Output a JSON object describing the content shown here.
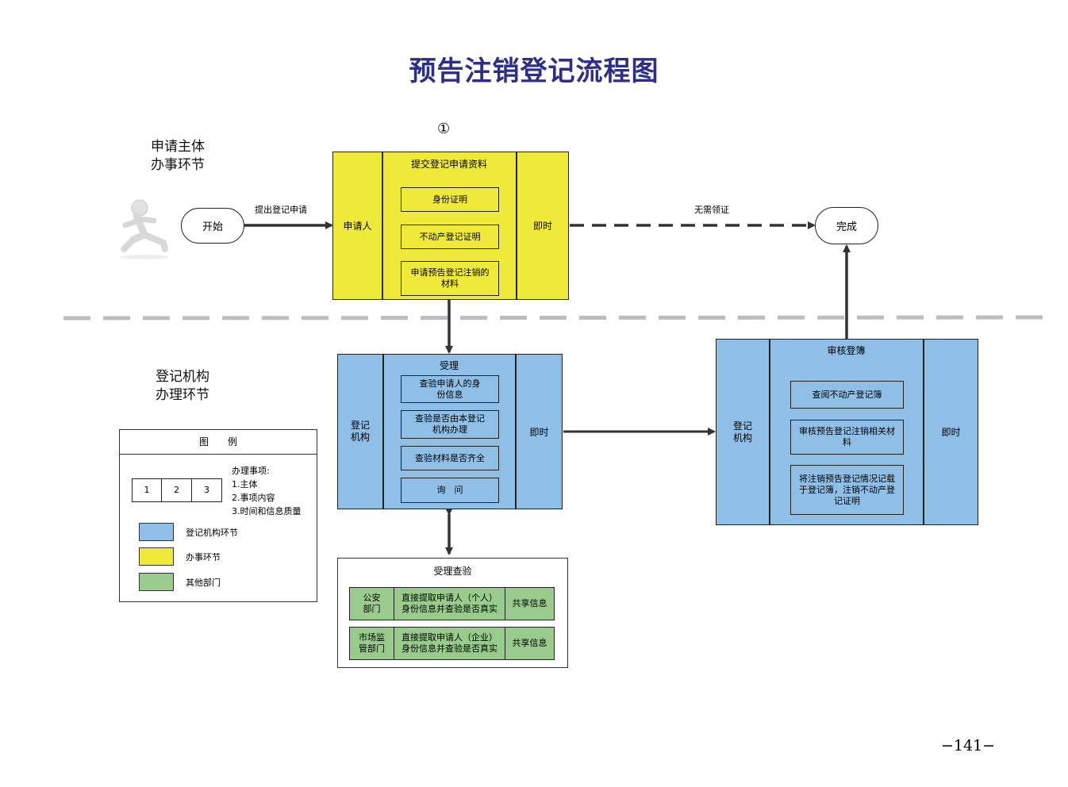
{
  "title": "预告注销登记流程图",
  "step_marker": "①",
  "lanes": {
    "applicant": [
      "申请主体",
      "办事环节"
    ],
    "registry": [
      "登记机构",
      "办理环节"
    ]
  },
  "start": "开始",
  "finish": "完成",
  "edge_labels": {
    "submit": "提出登记申请",
    "no_cert": "无需领证"
  },
  "step1": {
    "actor": "申请人",
    "title": "提交登记申请资料",
    "items": [
      "身份证明",
      "不动产登记证明",
      "申请预告登记注销的材料"
    ],
    "time": "即时"
  },
  "step2": {
    "actor": "登记机构",
    "title": "受理",
    "items": [
      "查验申请人的身份信息",
      "查验是否由本登记机构办理",
      "查验材料是否齐全",
      "询　问"
    ],
    "time": "即时"
  },
  "step3": {
    "actor": "登记机构",
    "title": "审核登簿",
    "items": [
      "查阅不动产登记簿",
      "审核预告登记注销相关材料",
      "将注销预告登记情况记载于登记簿，注销不动产登记证明"
    ],
    "time": "即时"
  },
  "verification": {
    "title": "受理查验",
    "rows": [
      {
        "dept": "公安部门",
        "action": "直接提取申请人（个人）身份信息并查验是否真实",
        "share": "共享信息"
      },
      {
        "dept": "市场监管部门",
        "action": "直接提取申请人（企业）身份信息并查验是否真实",
        "share": "共享信息"
      }
    ]
  },
  "legend": {
    "title": "图　　例",
    "cells": [
      "1",
      "2",
      "3"
    ],
    "notes_title": "办理事项:",
    "notes": [
      "1.主体",
      "2.事项内容",
      "3.时间和信息质量"
    ],
    "colors": [
      {
        "color": "#8fbfe6",
        "label": "登记机构环节"
      },
      {
        "color": "#efe93a",
        "label": "办事环节"
      },
      {
        "color": "#99cc8c",
        "label": "其他部门"
      }
    ]
  },
  "page_number": "−141−"
}
